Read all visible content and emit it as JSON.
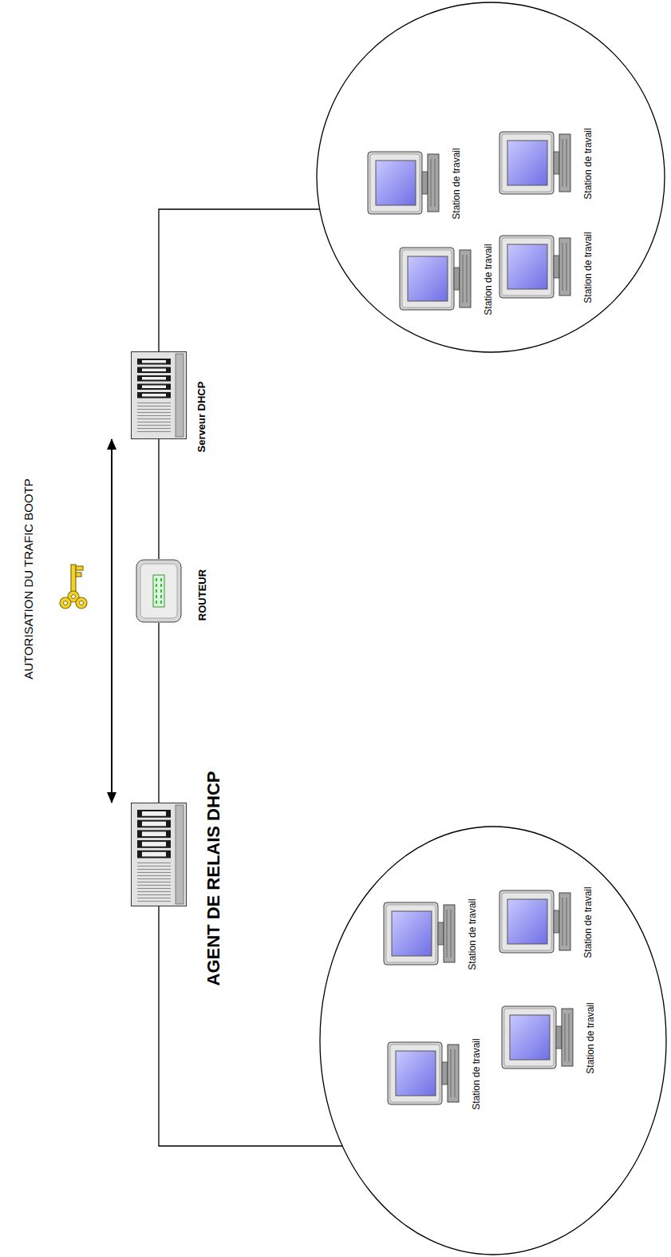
{
  "diagram": {
    "nodes": [
      {
        "text": []
      },
      {
        "text": [
          "Station de travail"
        ],
        "in": 0
      },
      {
        "text": [
          "Station de travail"
        ],
        "in": 0
      },
      {
        "text": [
          "Station de travail"
        ],
        "in": 0
      },
      {
        "text": [
          "Station de travail"
        ],
        "in": 0
      },
      {
        "text": [
          "AGENT DE RELAIS DHCP"
        ]
      },
      {
        "text": [
          "ROUTEUR"
        ]
      },
      {
        "text": [
          "Serveur DHCP"
        ]
      },
      {
        "text": []
      },
      {
        "text": [
          "Station de travail"
        ],
        "in": 8
      },
      {
        "text": [
          "Station de travail"
        ],
        "in": 8
      },
      {
        "text": [
          "Station de travail"
        ],
        "in": 8
      },
      {
        "text": [
          "Station de travail"
        ],
        "in": 8
      }
    ],
    "edges": [
      {
        "from": 0,
        "to": 5,
        "arrow": "none"
      },
      {
        "from": 5,
        "to": 6,
        "arrow": "none"
      },
      {
        "from": 6,
        "to": 7,
        "arrow": "none"
      },
      {
        "from": 7,
        "to": 8,
        "arrow": "none"
      },
      {
        "from": 5,
        "to": 7,
        "label": "AUTORISATION DU TRAFIC BOOTP",
        "arrow": "both"
      }
    ]
  }
}
